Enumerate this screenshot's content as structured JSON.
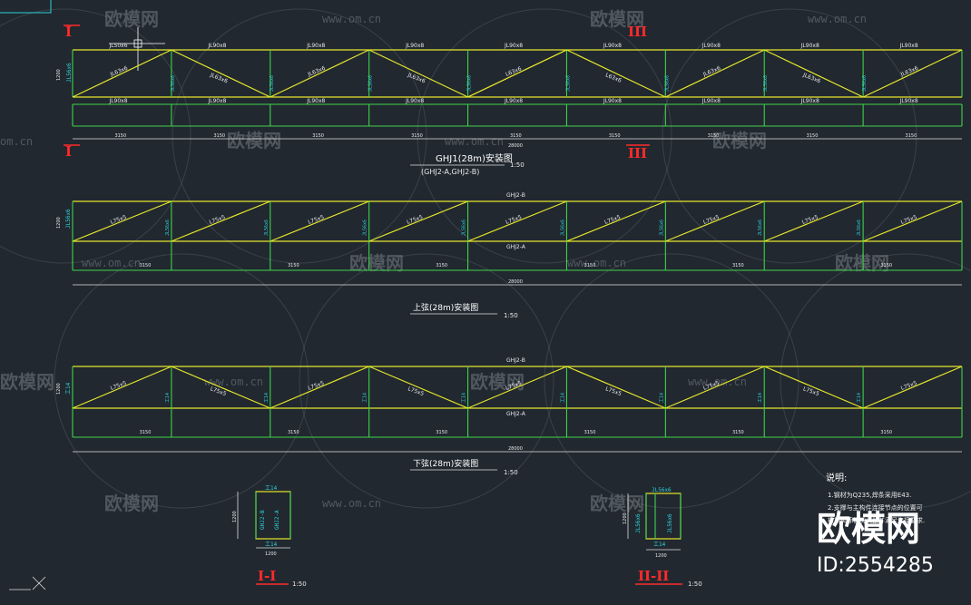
{
  "watermark": {
    "brand": "欧模网",
    "site": "www.om.cn",
    "site_short": "om.cn"
  },
  "stamp": {
    "brand": "欧模网",
    "id": "ID:2554285"
  },
  "markers": {
    "I": "I",
    "III": "III"
  },
  "truss1": {
    "title": "GHJ1(28m)安装图",
    "subtitle": "(GHJ2-A,GHJ2-B)",
    "scale": "1:50",
    "top_chord": [
      "JL50x6",
      "JL90x8",
      "JL90x8",
      "JL90x8",
      "JL90x8",
      "JL90x8",
      "JL90x8",
      "JL90x8",
      "JL90x8"
    ],
    "diag": [
      "JL63x6",
      "JL63x6",
      "JL63x6",
      "JL63x6",
      "L63x6",
      "L63x6",
      "JL63x6",
      "JL63x6",
      "JL63x6"
    ],
    "post": "JL56x6",
    "bottom_chord": "JL90x8",
    "height": "1200",
    "dims": [
      "3150",
      "3150",
      "3150",
      "3150",
      "3150",
      "3150",
      "3150",
      "3150",
      "3150"
    ],
    "total": "28000"
  },
  "truss2": {
    "title": "上弦(28m)安装图",
    "scale": "1:50",
    "top_label": "GHJ2-B",
    "bottom_label": "GHJ2-A",
    "diag": "L75x5",
    "post": "JL56x6",
    "height": "1200",
    "dims": [
      "3150",
      "3150",
      "3150",
      "3150",
      "3150",
      "3150"
    ],
    "total": "28000"
  },
  "truss3": {
    "title": "下弦(28m)安装图",
    "scale": "1:50",
    "top_label": "GHJ2-B",
    "bottom_label": "GHJ2-A",
    "diag": "L75x5",
    "post": "工14",
    "height": "1200",
    "dims": [
      "3150",
      "3150",
      "3150",
      "3150",
      "3150",
      "3150"
    ],
    "total": "28000"
  },
  "section1": {
    "label": "I-I",
    "scale": "1:50",
    "top": "工14",
    "bottom": "工14",
    "left": "GHJ2-B",
    "right": "GHJ2-A",
    "height": "1200",
    "width": "1200"
  },
  "section2": {
    "label": "II-II",
    "scale": "1:50",
    "top": "JL56x6",
    "bottom": "工14",
    "left": "JL56x6",
    "right": "JL56x6",
    "height": "1200",
    "width": "1200"
  },
  "notes": {
    "title": "说明:",
    "items": [
      "1.钢材为Q235,焊条采用E43.",
      "2.支撑与主构件连接节点的位置可",
      "根据实际情况调整并满足连接要求."
    ]
  }
}
